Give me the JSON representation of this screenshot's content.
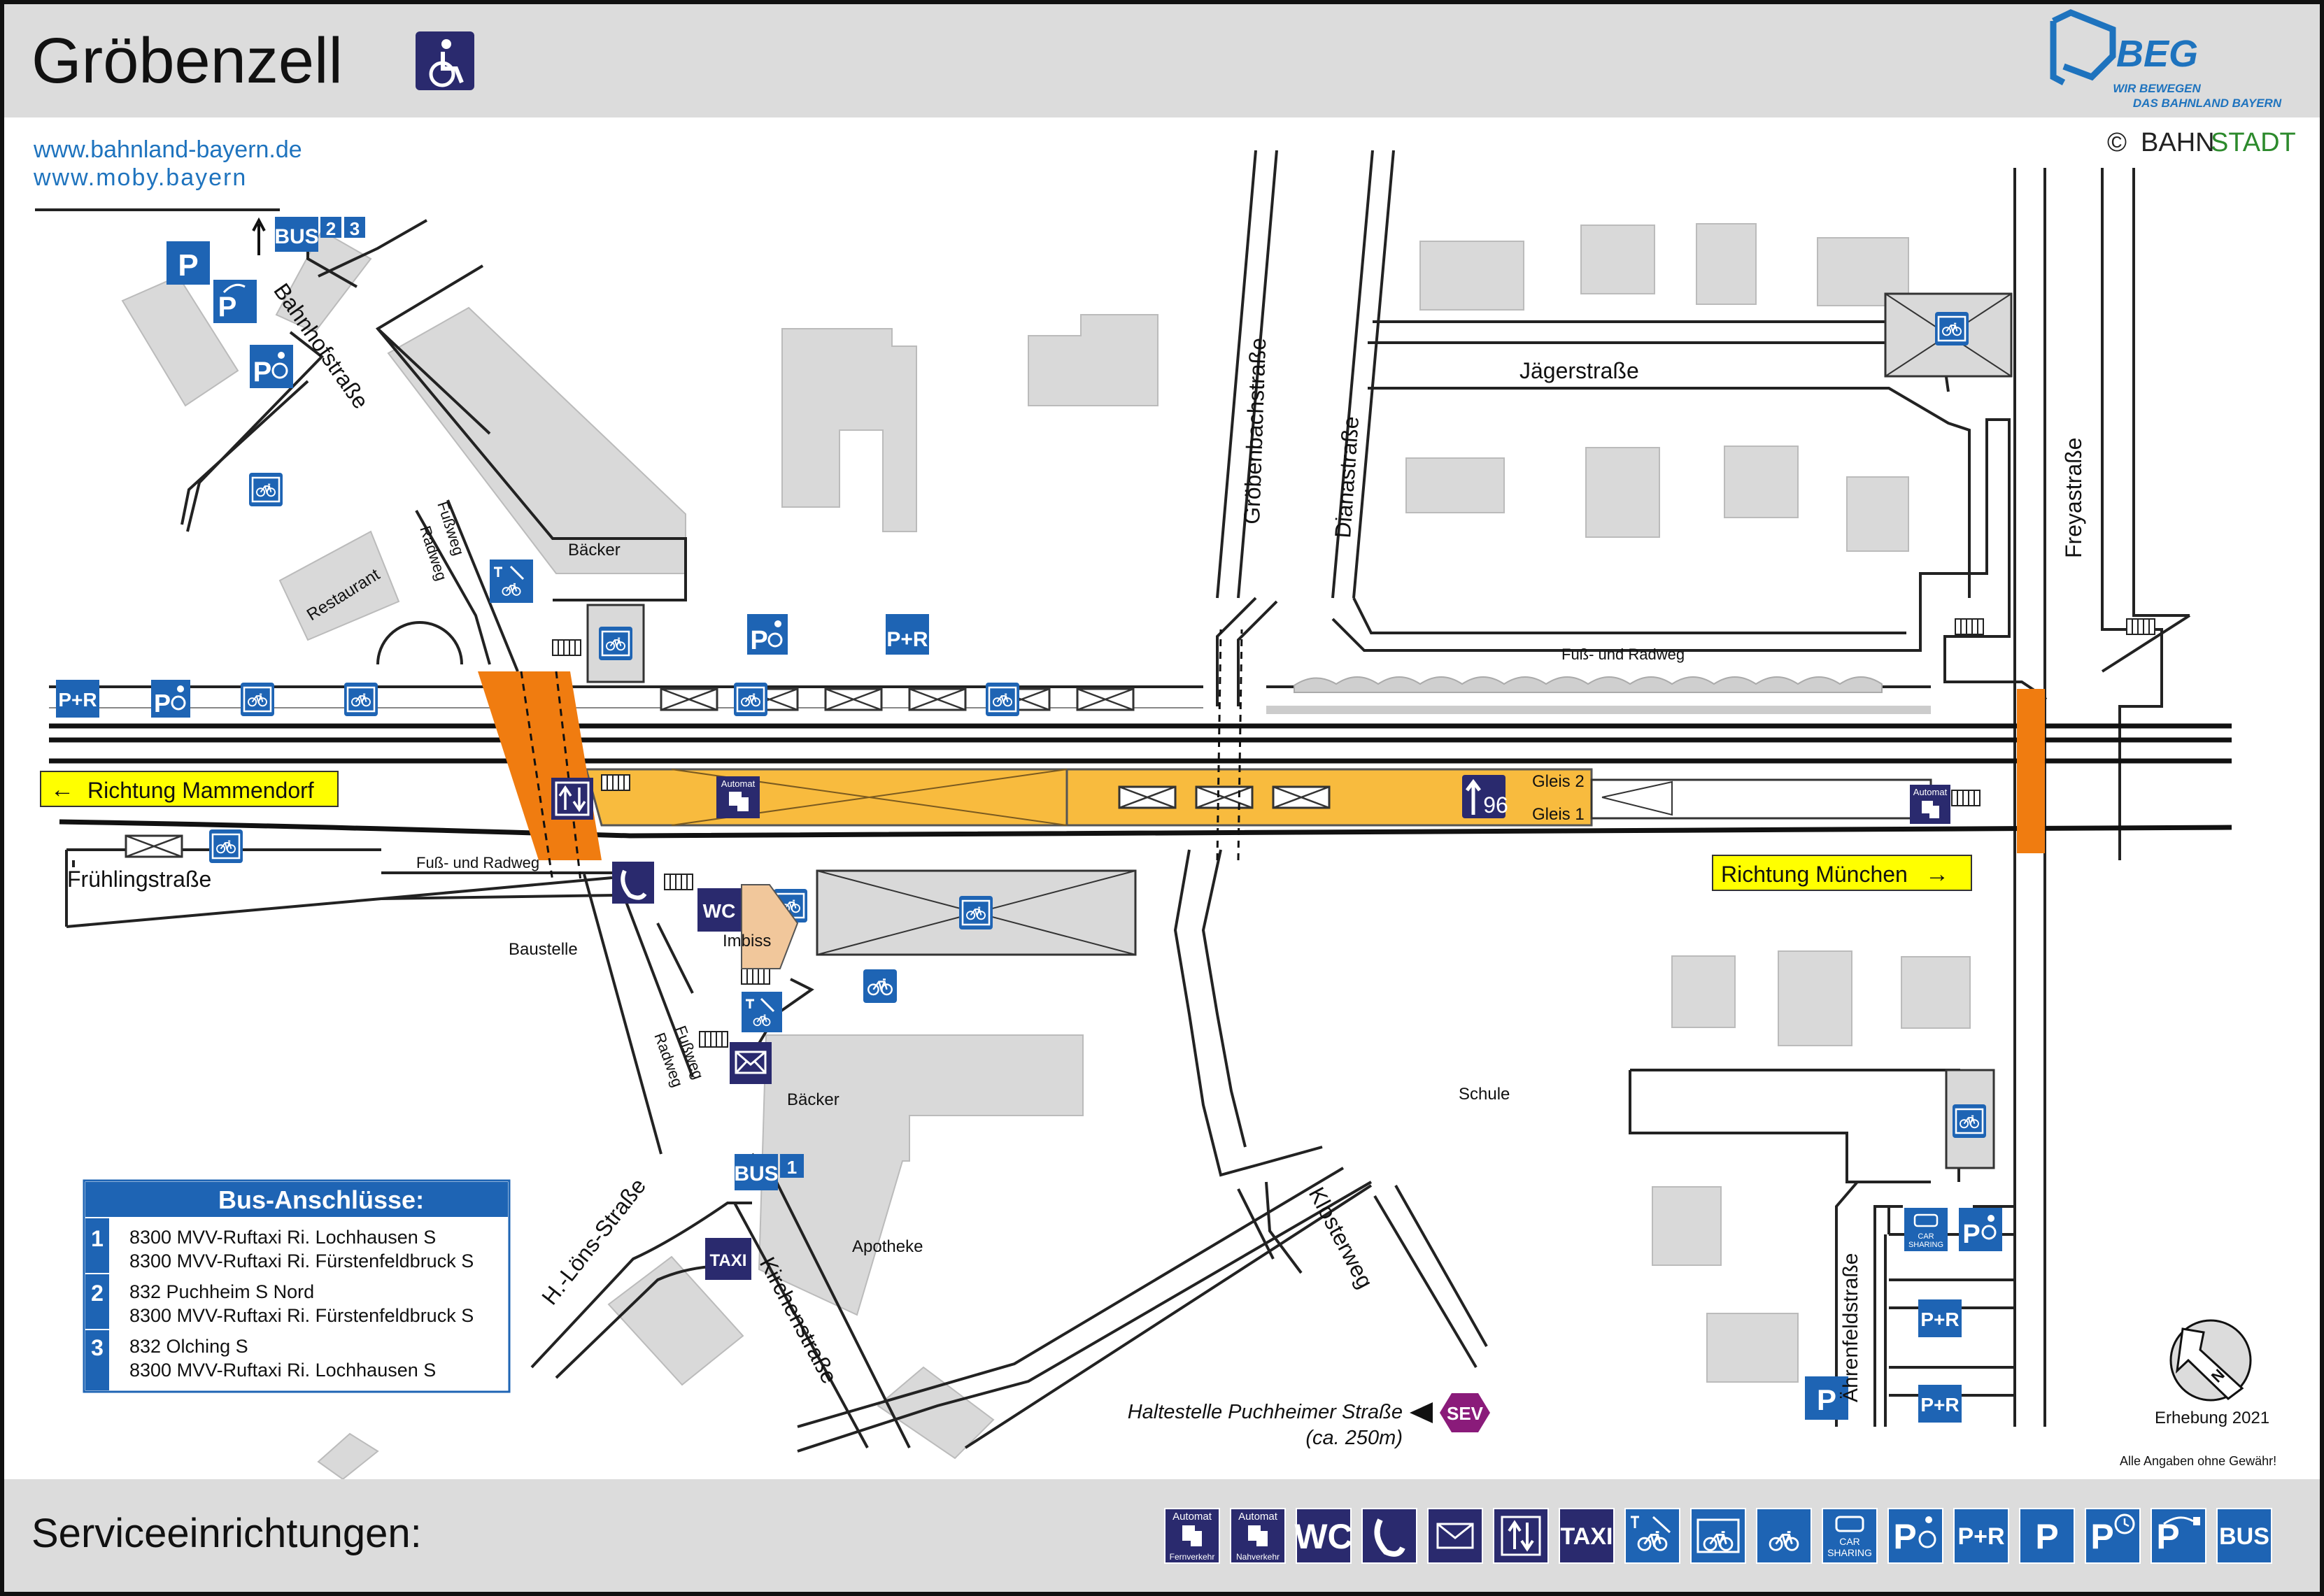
{
  "header": {
    "title": "Gröbenzell",
    "brand_name": "BEG",
    "brand_tagline_1": "WIR BEWEGEN",
    "brand_tagline_2": "DAS BAHNLAND BAYERN"
  },
  "links": {
    "url_1": "www.bahnland-bayern.de",
    "url_2": "www.moby.bayern"
  },
  "copyright": {
    "symbol": "©",
    "bahn": "BAHN",
    "stadt": "STADT"
  },
  "streets": {
    "bahnhofstrasse": "Bahnhofstraße",
    "groebenbachstrasse": "Gröbenbachstraße",
    "dianastrasse": "Dianastraße",
    "jaegerstrasse": "Jägerstraße",
    "freyastrasse": "Freyastraße",
    "fruehlingstrasse": "Frühlingstraße",
    "h_loens_strasse": "H.-Löns-Straße",
    "kirchenstrasse": "Kirchenstraße",
    "klosterweg": "Klosterweg",
    "aehrenfeldstrasse": "Ährenfeldstraße"
  },
  "places": {
    "baecker_1": "Bäcker",
    "baecker_2": "Bäcker",
    "restaurant": "Restaurant",
    "baustelle": "Baustelle",
    "imbiss": "Imbiss",
    "apotheke": "Apotheke",
    "schule": "Schule"
  },
  "paths": {
    "fussweg_1": "Fußweg",
    "radweg_1": "Radweg",
    "fussweg_2": "Fußweg",
    "radweg_2": "Radweg",
    "fuss_radweg_north": "Fuß- und Radweg",
    "fuss_radweg_south": "Fuß- und Radweg"
  },
  "tracks": {
    "gleis_2": "Gleis 2",
    "gleis_1": "Gleis 1",
    "platform_height": "96"
  },
  "directions": {
    "west_arrow": "←",
    "west": "Richtung Mammendorf",
    "east": "Richtung München",
    "east_arrow": "→"
  },
  "bus_box": {
    "title": "Bus-Anschlüsse:",
    "rows": [
      {
        "num": "1",
        "lines": [
          "8300 MVV-Ruftaxi Ri. Lochhausen S",
          "8300 MVV-Ruftaxi Ri. Fürstenfeldbruck S"
        ]
      },
      {
        "num": "2",
        "lines": [
          "832 Puchheim S Nord",
          "8300 MVV-Ruftaxi Ri. Fürstenfeldbruck S"
        ]
      },
      {
        "num": "3",
        "lines": [
          "832 Olching S",
          "8300 MVV-Ruftaxi Ri. Lochhausen S"
        ]
      }
    ]
  },
  "stop_labels": {
    "bus_north_text": "BUS",
    "bus_north_nums": [
      "2",
      "3"
    ],
    "bus_south_text": "BUS",
    "bus_south_num": "1",
    "taxi": "TAXI",
    "wc": "WC",
    "automat": "Automat",
    "sev": "SEV",
    "parking": "P",
    "pr": "P+R",
    "car_sharing_1": "CAR",
    "car_sharing_2": "SHARING"
  },
  "sev_stop": {
    "line1": "Haltestelle Puchheimer Straße",
    "line2": "(ca. 250m)"
  },
  "footer_notes": {
    "survey": "Erhebung 2021",
    "disclaimer": "Alle Angaben ohne Gewähr!"
  },
  "services": {
    "title": "Serviceeinrichtungen:",
    "icons": [
      {
        "name": "ticket-machine-long-distance-icon",
        "top": "Automat",
        "bottom": "Fernverkehr"
      },
      {
        "name": "ticket-machine-regional-icon",
        "top": "Automat",
        "bottom": "Nahverkehr"
      },
      {
        "name": "wc-icon",
        "text": "WC"
      },
      {
        "name": "telephone-icon",
        "text": ""
      },
      {
        "name": "post-box-icon",
        "text": ""
      },
      {
        "name": "elevator-icon",
        "text": ""
      },
      {
        "name": "taxi-icon",
        "text": "TAXI"
      },
      {
        "name": "bike-repair-icon",
        "text": ""
      },
      {
        "name": "bike-locker-icon",
        "text": ""
      },
      {
        "name": "bike-parking-icon",
        "text": ""
      },
      {
        "name": "car-sharing-icon",
        "text": ""
      },
      {
        "name": "disabled-parking-icon",
        "text": "P"
      },
      {
        "name": "park-and-ride-icon",
        "text": "P+R"
      },
      {
        "name": "parking-icon",
        "text": "P"
      },
      {
        "name": "short-term-parking-icon",
        "text": "P"
      },
      {
        "name": "ev-charging-parking-icon",
        "text": "P"
      },
      {
        "name": "bus-icon",
        "text": "BUS"
      }
    ]
  },
  "colors": {
    "header_bg": "#dcdcdc",
    "symbol_blue": "#1e64b4",
    "symbol_navy": "#2a2a6e",
    "platform": "#f8bb3e",
    "underpass": "#f07c10",
    "direction_box": "#ffff00",
    "building": "#d9d9d9",
    "sev": "#8a1b7a",
    "link_blue": "#1e73be"
  }
}
